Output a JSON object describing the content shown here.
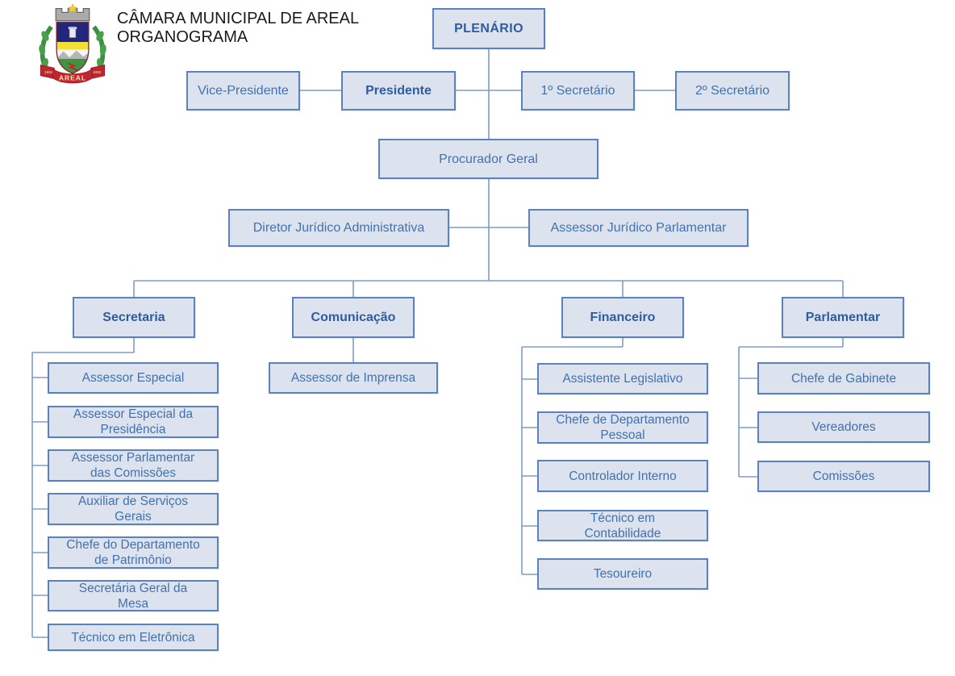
{
  "header": {
    "title_line1": "CÂMARA MUNICIPAL DE AREAL",
    "title_line2": "ORGANOGRAMA",
    "logo": {
      "name": "Brasão do Município de Areal",
      "ribbon_text": "AREAL",
      "year_left": "1892",
      "year_right": "1893"
    }
  },
  "colors": {
    "box_fill": "#dce3ee",
    "box_border": "#5b81c0",
    "text_regular": "#4172ae",
    "text_bold": "#2e5c9e",
    "connector": "#7e9ccc",
    "title_text": "#1a1a1a",
    "background": "#ffffff"
  },
  "orgchart": {
    "plenario": {
      "label": "PLENÁRIO"
    },
    "mesa": [
      {
        "label": "Vice-Presidente"
      },
      {
        "label": "Presidente"
      },
      {
        "label": "1º Secretário"
      },
      {
        "label": "2º Secretário"
      }
    ],
    "procurador": {
      "label": "Procurador Geral"
    },
    "juridico": [
      {
        "label": "Diretor Jurídico Administrativa"
      },
      {
        "label": "Assessor Jurídico Parlamentar"
      }
    ],
    "branches": [
      {
        "label": "Secretaria",
        "children": [
          {
            "label": "Assessor Especial"
          },
          {
            "label": "Assessor Especial da\nPresidência"
          },
          {
            "label": "Assessor Parlamentar\ndas Comissões"
          },
          {
            "label": "Auxiliar de Serviços\nGerais"
          },
          {
            "label": "Chefe do Departamento\nde Patrimônio"
          },
          {
            "label": "Secretária Geral da\nMesa"
          },
          {
            "label": "Técnico em Eletrônica"
          }
        ]
      },
      {
        "label": "Comunicação",
        "children": [
          {
            "label": "Assessor de Imprensa"
          }
        ]
      },
      {
        "label": "Financeiro",
        "children": [
          {
            "label": "Assistente Legislativo"
          },
          {
            "label": "Chefe de Departamento\nPessoal"
          },
          {
            "label": "Controlador Interno"
          },
          {
            "label": "Técnico em\nContabilidade"
          },
          {
            "label": "Tesoureiro"
          }
        ]
      },
      {
        "label": "Parlamentar",
        "children": [
          {
            "label": "Chefe de Gabinete"
          },
          {
            "label": "Vereadores"
          },
          {
            "label": "Comissões"
          }
        ]
      }
    ]
  }
}
